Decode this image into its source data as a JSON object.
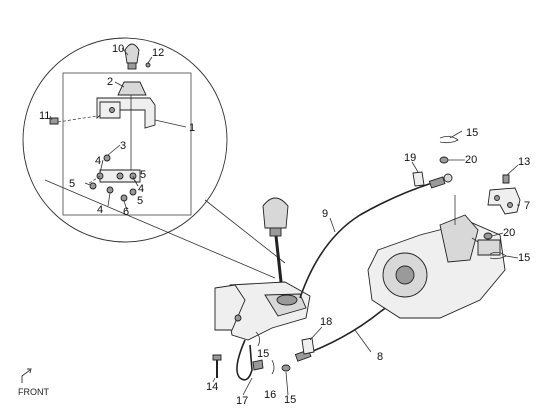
{
  "callouts": [
    {
      "id": "c1",
      "text": "1"
    },
    {
      "id": "c2",
      "text": "2"
    },
    {
      "id": "c3",
      "text": "3"
    },
    {
      "id": "c4a",
      "text": "4"
    },
    {
      "id": "c4b",
      "text": "4"
    },
    {
      "id": "c4c",
      "text": "4"
    },
    {
      "id": "c5a",
      "text": "5"
    },
    {
      "id": "c5b",
      "text": "5"
    },
    {
      "id": "c5c",
      "text": "5"
    },
    {
      "id": "c6",
      "text": "6"
    },
    {
      "id": "c7",
      "text": "7"
    },
    {
      "id": "c8",
      "text": "8"
    },
    {
      "id": "c9",
      "text": "9"
    },
    {
      "id": "c10",
      "text": "10"
    },
    {
      "id": "c11",
      "text": "11"
    },
    {
      "id": "c12",
      "text": "12"
    },
    {
      "id": "c13",
      "text": "13"
    },
    {
      "id": "c14",
      "text": "14"
    },
    {
      "id": "c15a",
      "text": "15"
    },
    {
      "id": "c15b",
      "text": "15"
    },
    {
      "id": "c15c",
      "text": "15"
    },
    {
      "id": "c15d",
      "text": "15"
    },
    {
      "id": "c16",
      "text": "16"
    },
    {
      "id": "c17",
      "text": "17"
    },
    {
      "id": "c18",
      "text": "18"
    },
    {
      "id": "c19",
      "text": "19"
    },
    {
      "id": "c20a",
      "text": "20"
    },
    {
      "id": "c20b",
      "text": "20"
    }
  ],
  "front_label": "FRONT"
}
